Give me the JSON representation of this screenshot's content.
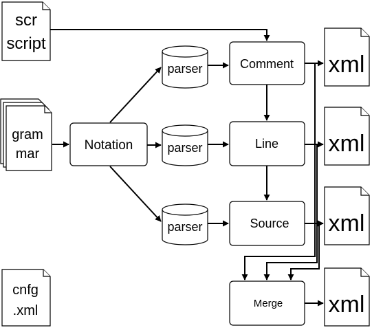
{
  "nodes": {
    "scr_script": {
      "line1": "scr",
      "line2": "script"
    },
    "grammar": {
      "line1": "gram",
      "line2": "mar"
    },
    "cnfg_xml": {
      "line1": "cnfg",
      "line2": ".xml"
    },
    "notation": {
      "label": "Notation"
    },
    "parser_top": {
      "label": "parser"
    },
    "parser_mid": {
      "label": "parser"
    },
    "parser_bot": {
      "label": "parser"
    },
    "comment": {
      "label": "Comment"
    },
    "line": {
      "label": "Line"
    },
    "source": {
      "label": "Source"
    },
    "merge": {
      "label": "Merge"
    },
    "xml_1": {
      "label": "xml"
    },
    "xml_2": {
      "label": "xml"
    },
    "xml_3": {
      "label": "xml"
    },
    "xml_4": {
      "label": "xml"
    }
  },
  "colors": {
    "stroke": "#000000",
    "background": "#ffffff"
  }
}
